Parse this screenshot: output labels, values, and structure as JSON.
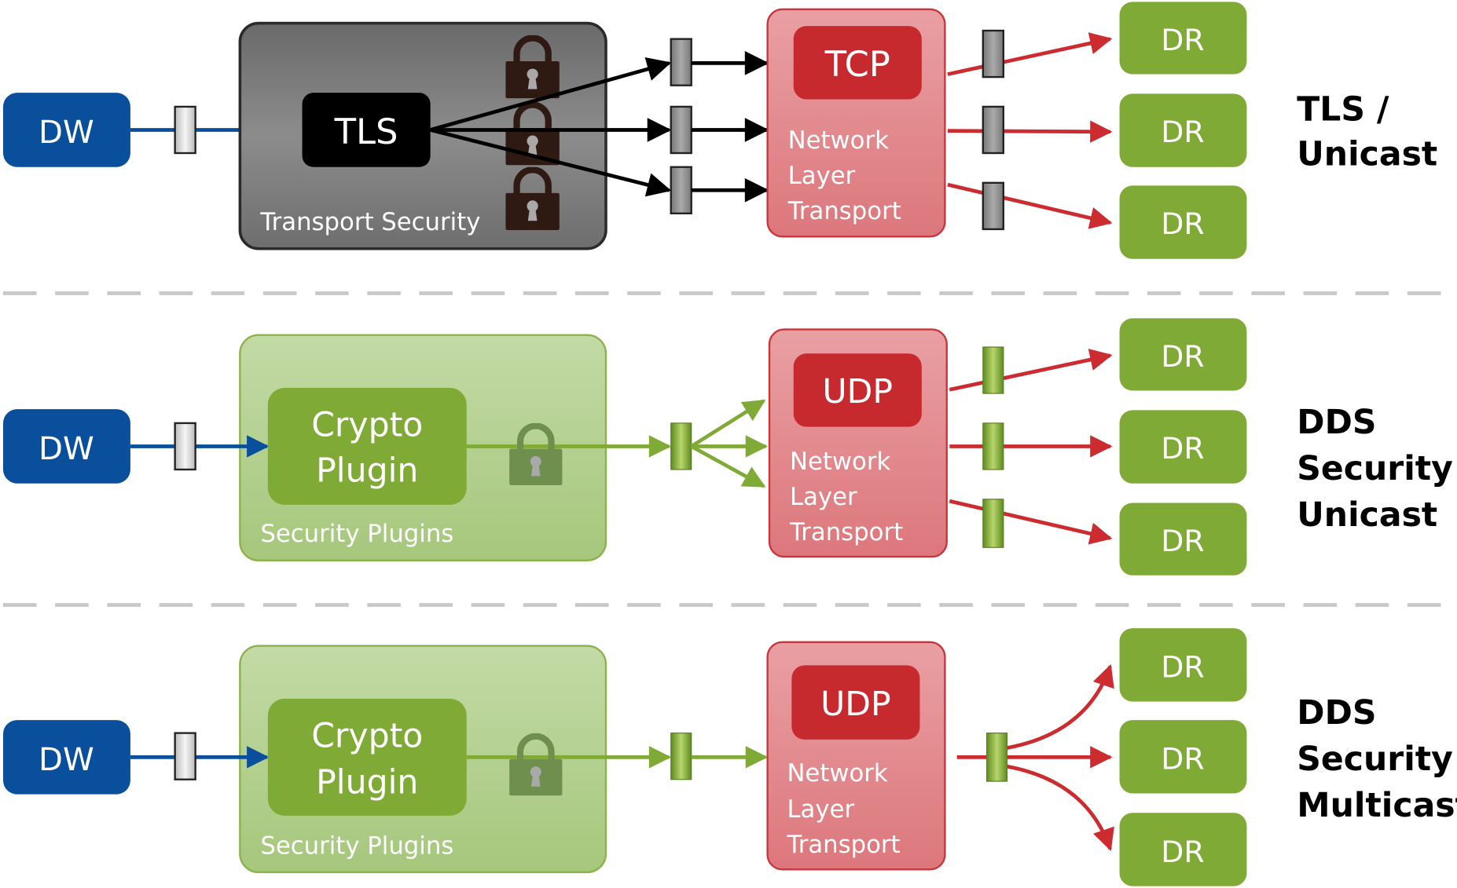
{
  "colors": {
    "dw_blue": "#0a4f9c",
    "dr_green": "#7faa35",
    "plugin_box": "#b4d08f",
    "network_box": "#e38a8e",
    "protocol_red": "#c62a2f",
    "transport_security_gray": "#7a7a7a",
    "lock_dark": "#2e1913",
    "lock_green": "#6e8f4e",
    "divider": "#c8c8c8"
  },
  "rows": [
    {
      "writer": "DW",
      "security_block": {
        "title": "Transport Security",
        "inner": [
          "TLS"
        ]
      },
      "network": {
        "protocol": "TCP",
        "lines": [
          "Network",
          "Layer",
          "Transport"
        ]
      },
      "readers": [
        "DR",
        "DR",
        "DR"
      ],
      "label": [
        "TLS /",
        "Unicast"
      ]
    },
    {
      "writer": "DW",
      "security_block": {
        "title": "Security Plugins",
        "inner": [
          "Crypto",
          "Plugin"
        ]
      },
      "network": {
        "protocol": "UDP",
        "lines": [
          "Network",
          "Layer",
          "Transport"
        ]
      },
      "readers": [
        "DR",
        "DR",
        "DR"
      ],
      "label": [
        "DDS",
        "Security /",
        "Unicast"
      ]
    },
    {
      "writer": "DW",
      "security_block": {
        "title": "Security Plugins",
        "inner": [
          "Crypto",
          "Plugin"
        ]
      },
      "network": {
        "protocol": "UDP",
        "lines": [
          "Network",
          "Layer",
          "Transport"
        ]
      },
      "readers": [
        "DR",
        "DR",
        "DR"
      ],
      "label": [
        "DDS",
        "Security /",
        "Multicast"
      ]
    }
  ]
}
